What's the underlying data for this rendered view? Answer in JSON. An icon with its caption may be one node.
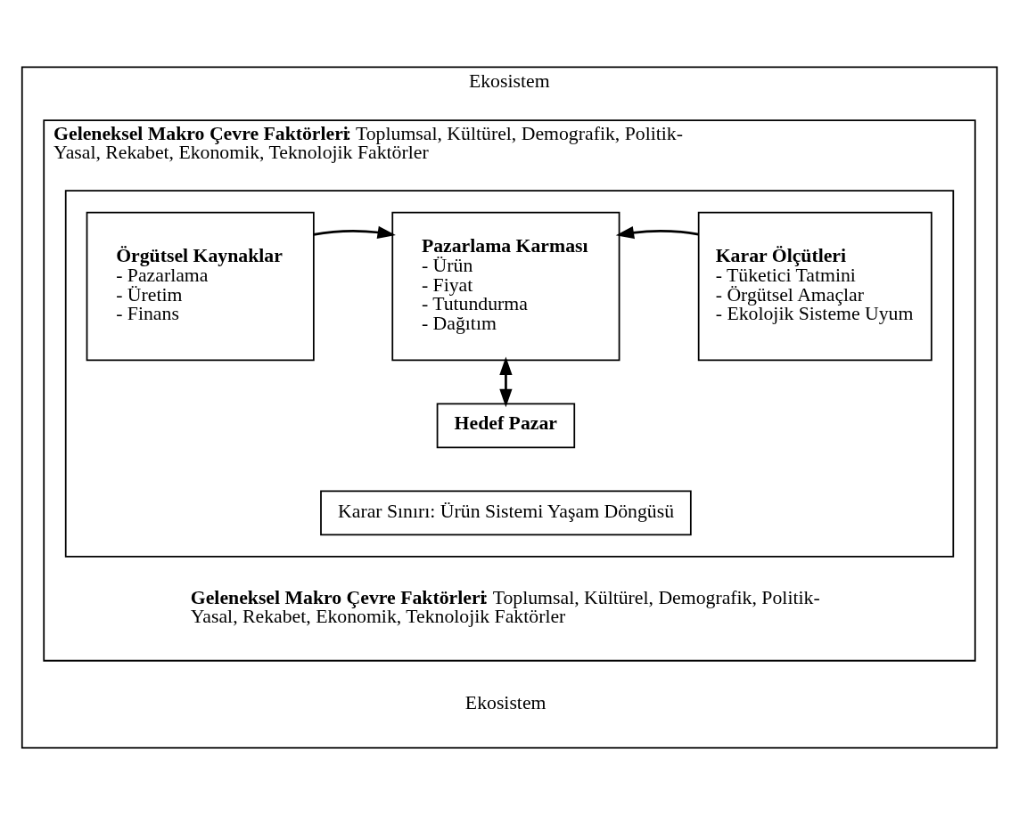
{
  "diagram": {
    "nodes": [
      {
        "text": [
          "Ekosistem",
          "Ekosistem"
        ]
      },
      {
        "text": [
          "**Geleneksel Makro Çevre Faktörleri**: Toplumsal, Kültürel, Demografik, Politik-Yasal, Rekabet, Ekonomik, Teknolojik Faktörler",
          "**Geleneksel Makro Çevre Faktörleri**: Toplumsal, Kültürel, Demografik, Politik-Yasal, Rekabet, Ekonomik, Teknolojik Faktörler"
        ],
        "in": 0
      },
      {
        "text": [],
        "shape": "box",
        "in": 1
      },
      {
        "text": [
          "Örgütsel Kaynaklar",
          "- Pazarlama",
          "- Üretim",
          "- Finans"
        ],
        "in": 2
      },
      {
        "text": [
          "Pazarlama Karması",
          "- Ürün",
          "- Fiyat",
          "- Tutundurma",
          "- Dağıtım"
        ],
        "in": 2
      },
      {
        "text": [
          "Karar Ölçütleri",
          "- Tüketici Tatmini",
          "- Örgütsel Amaçlar",
          "- Ekolojik Sisteme Uyum"
        ],
        "in": 2
      },
      {
        "text": [
          "Hedef Pazar"
        ],
        "in": 2
      },
      {
        "text": [
          "Karar Sınırı: Ürün Sistemi Yaşam Döngüsü"
        ],
        "in": 2
      }
    ],
    "edges": [
      {
        "from": 3,
        "to": 4,
        "arrow": "to"
      },
      {
        "from": 5,
        "to": 4,
        "arrow": "to"
      },
      {
        "from": 4,
        "to": 6,
        "arrow": "both"
      }
    ]
  }
}
